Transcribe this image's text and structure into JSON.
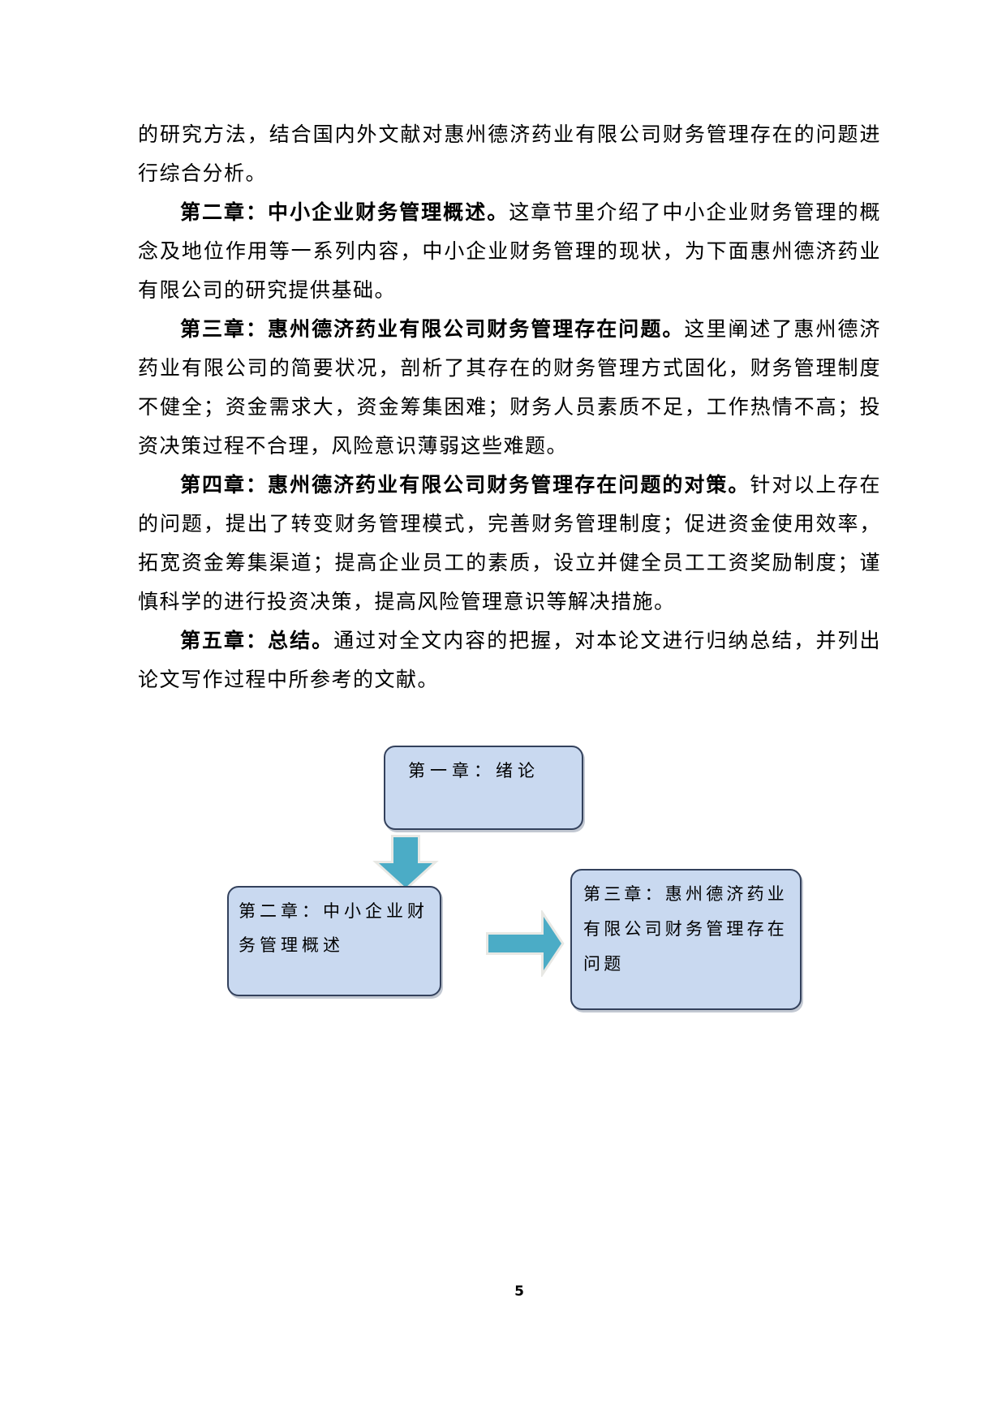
{
  "document": {
    "paragraphs": [
      {
        "lead": "",
        "text": "的研究方法，结合国内外文献对惠州德济药业有限公司财务管理存在的问题进行综合分析。"
      },
      {
        "lead": "第二章：中小企业财务管理概述。",
        "text": "这章节里介绍了中小企业财务管理的概念及地位作用等一系列内容，中小企业财务管理的现状，为下面惠州德济药业有限公司的研究提供基础。"
      },
      {
        "lead": "第三章：惠州德济药业有限公司财务管理存在问题。",
        "text": "这里阐述了惠州德济药业有限公司的简要状况，剖析了其存在的财务管理方式固化，财务管理制度不健全；资金需求大，资金筹集困难；财务人员素质不足，工作热情不高；投资决策过程不合理，风险意识薄弱这些难题。"
      },
      {
        "lead": "第四章：惠州德济药业有限公司财务管理存在问题的对策。",
        "text": "针对以上存在的问题，提出了转变财务管理模式，完善财务管理制度；促进资金使用效率，拓宽资金筹集渠道；提高企业员工的素质，设立并健全员工工资奖励制度；谨慎科学的进行投资决策，提高风险管理意识等解决措施。"
      },
      {
        "lead": "第五章：总结。",
        "text": "通过对全文内容的把握，对本论文进行归纳总结，并列出论文写作过程中所参考的文献。"
      }
    ],
    "page_number": "5"
  },
  "diagram": {
    "boxes": [
      {
        "label": "第一章：绪论"
      },
      {
        "label": "第二章：中小企业财务管理概述"
      },
      {
        "label": "第三章：惠州德济药业有限公司财务管理存在问题"
      }
    ],
    "arrows": [
      {
        "name": "down-arrow",
        "from": "第一章：绪论",
        "to": "第二章：中小企业财务管理概述"
      },
      {
        "name": "right-arrow",
        "from": "第二章：中小企业财务管理概述",
        "to": "第三章：惠州德济药业有限公司财务管理存在问题"
      }
    ],
    "colors": {
      "box_fill": "#c9d9f0",
      "box_border": "#33415c",
      "arrow_fill": "#4bacc6",
      "arrow_outline": "#e8e8e4"
    }
  }
}
